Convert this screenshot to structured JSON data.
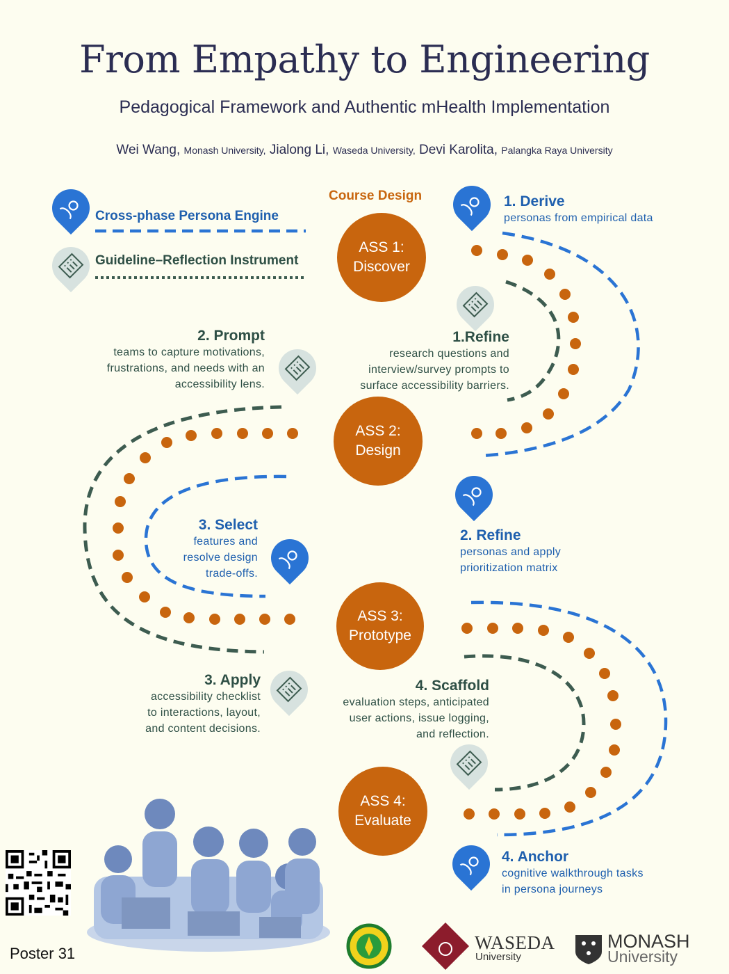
{
  "title": "From Empathy to Engineering",
  "subtitle": "Pedagogical Framework and Authentic mHealth Implementation",
  "authors": [
    {
      "name": "Wei Wang,",
      "affiliation": "Monash University,"
    },
    {
      "name": "Jialong Li,",
      "affiliation": "Waseda University,"
    },
    {
      "name": "Devi Karolita,",
      "affiliation": "Palangka Raya University"
    }
  ],
  "course_design": "Course Design",
  "legend": {
    "persona": "Cross-phase Persona Engine",
    "guideline": "Guideline–Reflection Instrument"
  },
  "assessments": [
    {
      "line1": "ASS 1:",
      "line2": "Discover"
    },
    {
      "line1": "ASS 2:",
      "line2": "Design"
    },
    {
      "line1": "ASS 3:",
      "line2": "Prototype"
    },
    {
      "line1": "ASS 4:",
      "line2": "Evaluate"
    }
  ],
  "steps": {
    "derive": {
      "heading": "1. Derive",
      "text": "personas from empirical data"
    },
    "refine1": {
      "heading": "1.Refine",
      "lines": [
        "research questions and",
        "interview/survey prompts to",
        "surface accessibility barriers."
      ]
    },
    "prompt": {
      "heading": "2. Prompt",
      "lines": [
        "teams to capture motivations,",
        "frustrations, and needs with an",
        "accessibility lens."
      ]
    },
    "refine2": {
      "heading": "2. Refine",
      "lines": [
        "personas and apply",
        "prioritization matrix"
      ]
    },
    "select": {
      "heading": "3. Select",
      "lines": [
        "features and",
        "resolve design",
        "trade-offs."
      ]
    },
    "apply": {
      "heading": "3. Apply",
      "lines": [
        "accessibility checklist",
        "to interactions, layout,",
        "and content decisions."
      ]
    },
    "scaffold": {
      "heading": "4. Scaffold",
      "lines": [
        "evaluation steps, anticipated",
        "user actions, issue logging,",
        "and reflection."
      ]
    },
    "anchor": {
      "heading": "4. Anchor",
      "lines": [
        "cognitive walkthrough tasks",
        "in persona journeys"
      ]
    }
  },
  "poster_number": "Poster 31",
  "logos": {
    "waseda": {
      "name": "WASEDA",
      "sub": "University"
    },
    "monash": {
      "name": "MONASH",
      "sub": "University"
    }
  },
  "colors": {
    "blue": "#2a74d4",
    "green": "#3d5c50",
    "orange": "#c8650e",
    "navy": "#2b2d52"
  },
  "icons": [
    "person-icon",
    "checklist-icon"
  ]
}
